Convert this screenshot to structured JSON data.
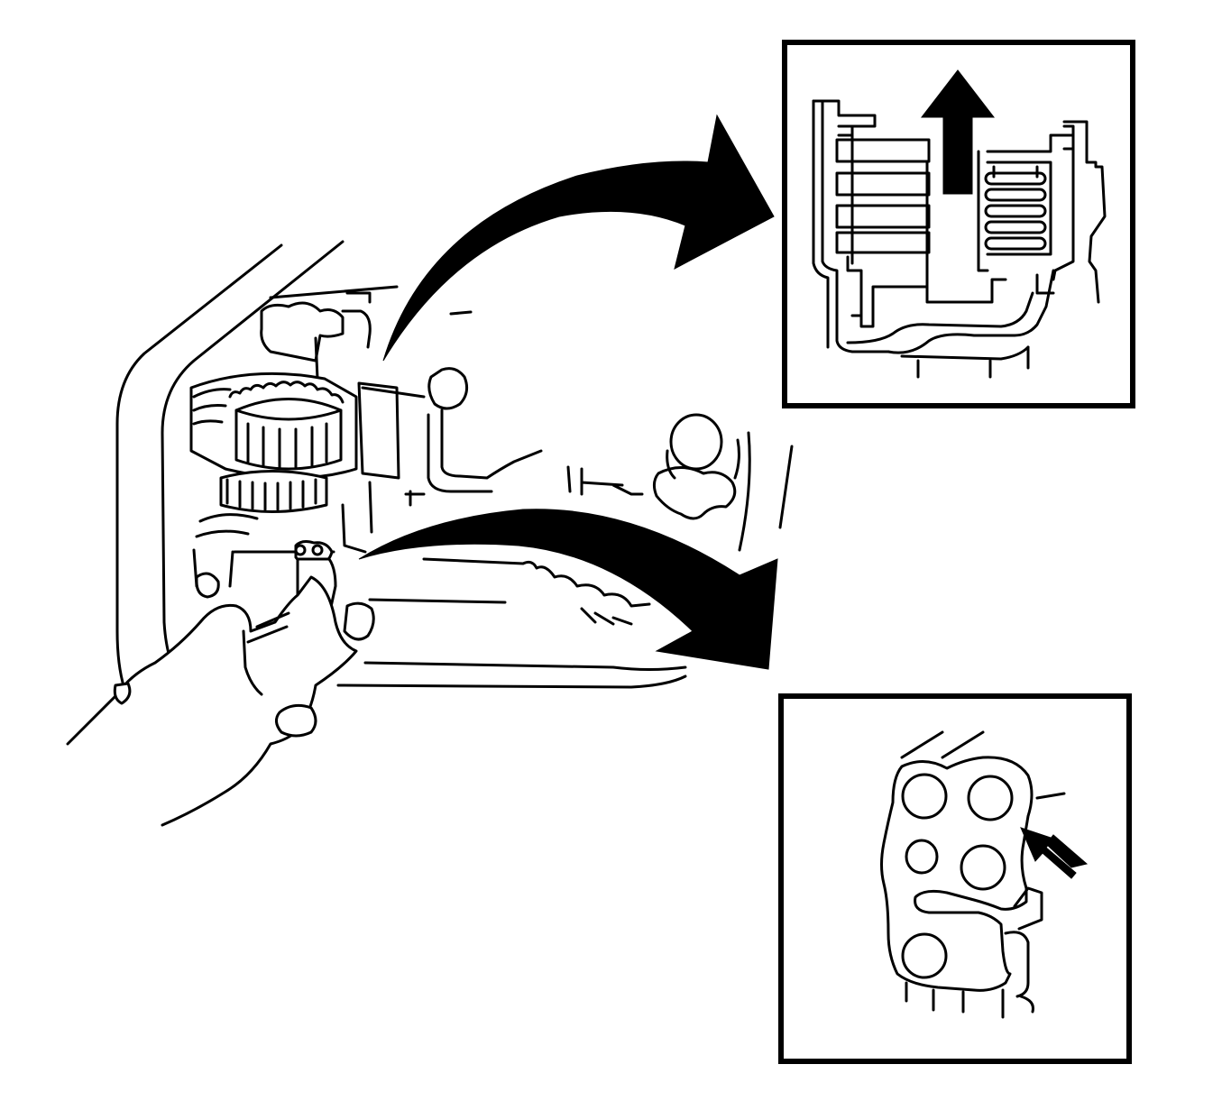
{
  "figure": {
    "main_view": {
      "subject": "transmission-case-interior",
      "action": "apply-air-to-fluid-passage"
    },
    "detail_views": [
      {
        "id": "clutch-piston-detail",
        "indicator": "up-arrow"
      },
      {
        "id": "fluid-passage-plate-detail",
        "indicator": "diagonal-arrow"
      }
    ],
    "callout_arrows": [
      {
        "from": "main-view",
        "to": "clutch-piston-detail"
      },
      {
        "from": "main-view",
        "to": "fluid-passage-plate-detail"
      }
    ],
    "colors": {
      "ink": "#000000",
      "paper": "#ffffff"
    }
  }
}
